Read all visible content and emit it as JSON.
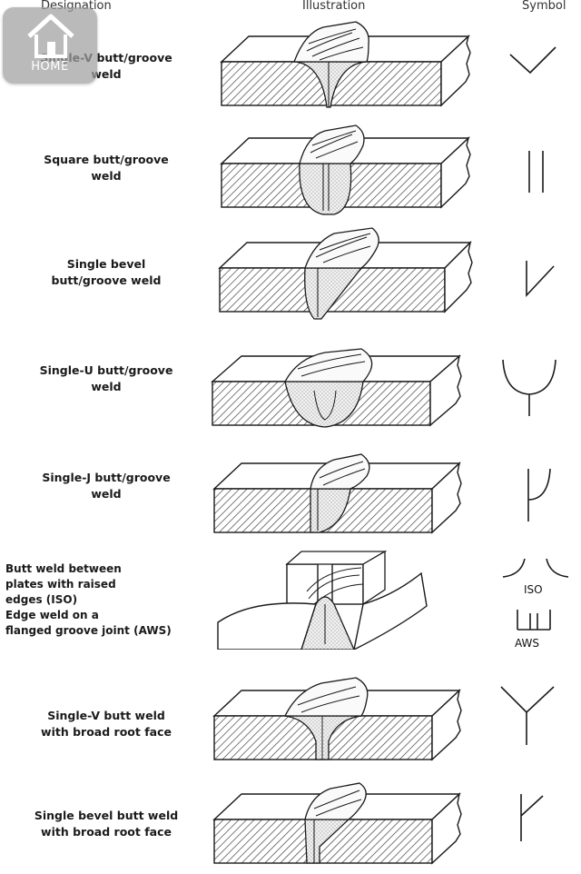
{
  "headers": {
    "designation": "Designation",
    "illustration": "Illustration",
    "symbol": "Symbol"
  },
  "home_badge": {
    "label": "HOME",
    "icon": "home-icon"
  },
  "rows": [
    {
      "designation": "Single-V butt/groove\nweld",
      "symbol": "single-v"
    },
    {
      "designation": "Square butt/groove\nweld",
      "symbol": "square"
    },
    {
      "designation": "Single bevel\nbutt/groove weld",
      "symbol": "bevel"
    },
    {
      "designation": "Single-U butt/groove\nweld",
      "symbol": "single-u"
    },
    {
      "designation": "Single-J butt/groove\nweld",
      "symbol": "single-j"
    },
    {
      "designation": "Butt weld between\nplates with raised\nedges (ISO)\nEdge weld on a\nflanged groove joint (AWS)",
      "symbol": "flanged",
      "symbol_labels": [
        "ISO",
        "AWS"
      ]
    },
    {
      "designation": "Single-V butt weld\nwith broad root face",
      "symbol": "single-y"
    },
    {
      "designation": "Single bevel butt weld\nwith broad root face",
      "symbol": "bevel-root"
    }
  ],
  "colors": {
    "line": "#1a1a1a",
    "hatch": "#333333",
    "weld_fill": "#e6e6e6"
  }
}
